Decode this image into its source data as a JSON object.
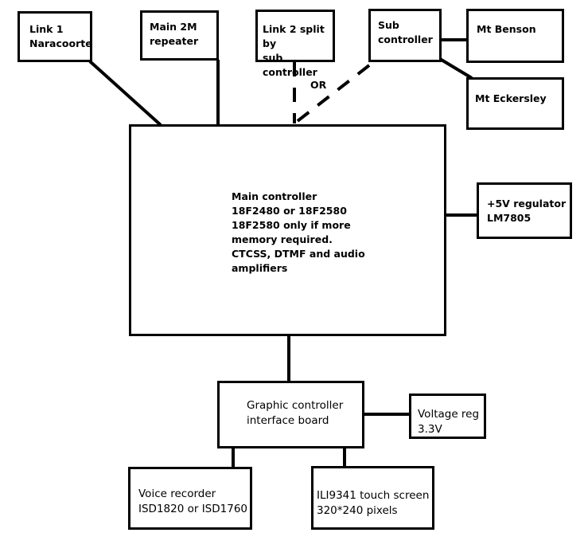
{
  "diagram": {
    "link1": "Link 1\nNaracoorte",
    "main2m": "Main 2M\nrepeater",
    "link2": "Link 2 split by\nsub controller",
    "subctrl": "Sub\ncontroller",
    "mtbenson": "Mt Benson",
    "mteckersley": "Mt Eckersley",
    "or": "OR",
    "mainctrl": "Main controller\n18F2480 or 18F2580\n18F2580 only if more\nmemory required.\nCTCSS, DTMF and audio\namplifiers",
    "regulator": "+5V regulator\nLM7805",
    "graphic": "Graphic controller\ninterface board",
    "voltreg": "Voltage reg\n3.3V",
    "voice": "Voice recorder\nISD1820 or ISD1760",
    "ili": "ILI9341 touch screen\n320*240 pixels"
  }
}
